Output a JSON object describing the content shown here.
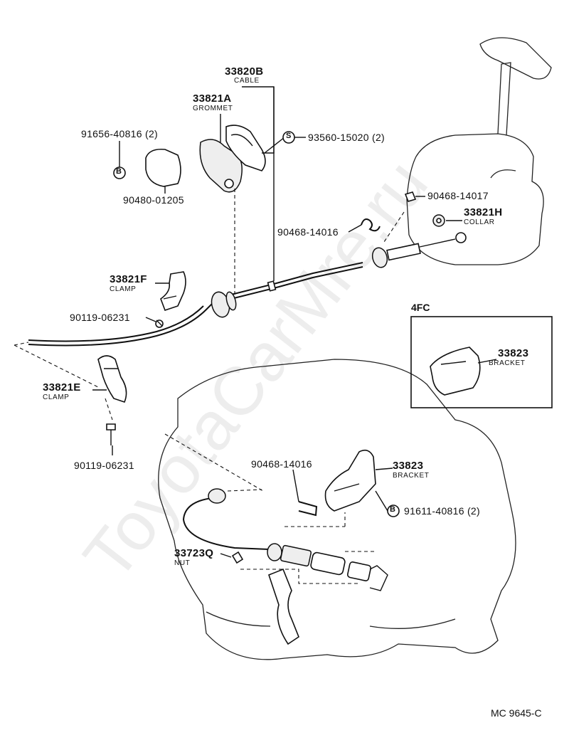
{
  "diagram": {
    "watermark": "ToyotaCarMre.ru",
    "ref_code": "MC 9645-C",
    "inset": {
      "title": "4FC"
    },
    "labels": {
      "cable_pn": "33820B",
      "cable_name": "CABLE",
      "grommet_pn": "33821A",
      "grommet_name": "GROMMET",
      "bolt_91656": "91656-40816 (2)",
      "cap_90480": "90480-01205",
      "stud_93560": "93560-15020 (2)",
      "clip_90468_a": "90468-14017",
      "collar_pn": "33821H",
      "collar_name": "COLLAR",
      "clip_90468_b": "90468-14016",
      "clamp_f_pn": "33821F",
      "clamp_f_name": "CLAMP",
      "bolt_90119_a": "90119-06231",
      "clamp_e_pn": "33821E",
      "clamp_e_name": "CLAMP",
      "bolt_90119_b": "90119-06231",
      "bracket_inset_pn": "33823",
      "bracket_inset_name": "BRACKET",
      "clip_90468_c": "90468-14016",
      "bracket_pn": "33823",
      "bracket_name": "BRACKET",
      "bolt_91611": "91611-40816 (2)",
      "nut_pn": "33723Q",
      "nut_name": "NUT"
    },
    "symbols": {
      "b": "B",
      "s": "S"
    }
  }
}
